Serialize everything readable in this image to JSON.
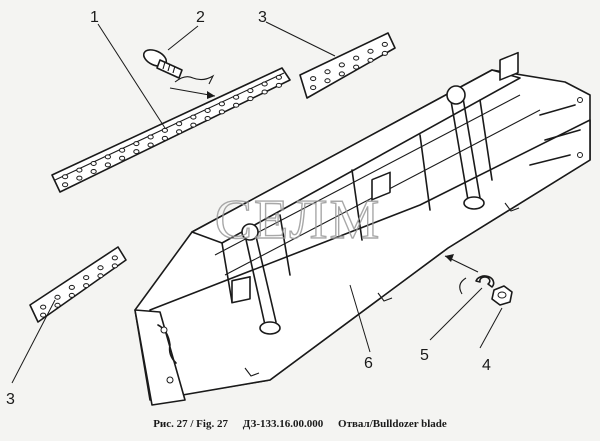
{
  "callouts": {
    "c1": "1",
    "c2": "2",
    "c3a": "3",
    "c3b": "3",
    "c4": "4",
    "c5": "5",
    "c6": "6"
  },
  "watermark": "СЕЛМ",
  "caption": {
    "fig": "Рис. 27 / Fig. 27",
    "code": "ДЗ-133.16.00.000",
    "title": "Отвал/Bulldozer blade"
  }
}
